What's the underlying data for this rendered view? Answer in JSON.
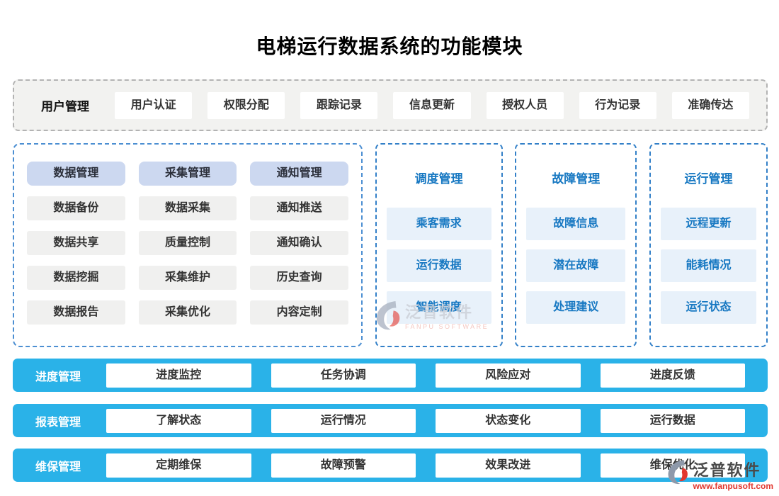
{
  "title": "电梯运行数据系统的功能模块",
  "user_row": {
    "label": "用户管理",
    "items": [
      "用户认证",
      "权限分配",
      "跟踪记录",
      "信息更新",
      "授权人员",
      "行为记录",
      "准确传达"
    ]
  },
  "data_panel": {
    "columns": [
      {
        "header": "数据管理",
        "items": [
          "数据备份",
          "数据共享",
          "数据挖掘",
          "数据报告"
        ]
      },
      {
        "header": "采集管理",
        "items": [
          "数据采集",
          "质量控制",
          "采集维护",
          "采集优化"
        ]
      },
      {
        "header": "通知管理",
        "items": [
          "通知推送",
          "通知确认",
          "历史查询",
          "内容定制"
        ]
      }
    ]
  },
  "blue_panels": [
    {
      "header": "调度管理",
      "items": [
        "乘客需求",
        "运行数据",
        "智能调度"
      ]
    },
    {
      "header": "故障管理",
      "items": [
        "故障信息",
        "潜在故障",
        "处理建议"
      ]
    },
    {
      "header": "运行管理",
      "items": [
        "远程更新",
        "能耗情况",
        "运行状态"
      ]
    }
  ],
  "bottom_rows": [
    {
      "label": "进度管理",
      "items": [
        "进度监控",
        "任务协调",
        "风险应对",
        "进度反馈"
      ]
    },
    {
      "label": "报表管理",
      "items": [
        "了解状态",
        "运行情况",
        "状态变化",
        "运行数据"
      ]
    },
    {
      "label": "维保管理",
      "items": [
        "定期维保",
        "故障预警",
        "效果改进",
        "维保优化"
      ]
    }
  ],
  "watermark": {
    "name": "泛普软件",
    "subtitle_center": "FANPU SOFTWARE",
    "subtitle_corner": "www.fanpusoft.com"
  },
  "colors": {
    "bar_blue": "#2ab2e8",
    "header_card": "#ccd8f0",
    "light_blue_card": "#e8f1fa",
    "blue_text": "#1778c2",
    "dashed_blue": "#3380c8",
    "watermark_red": "#e2372e"
  }
}
